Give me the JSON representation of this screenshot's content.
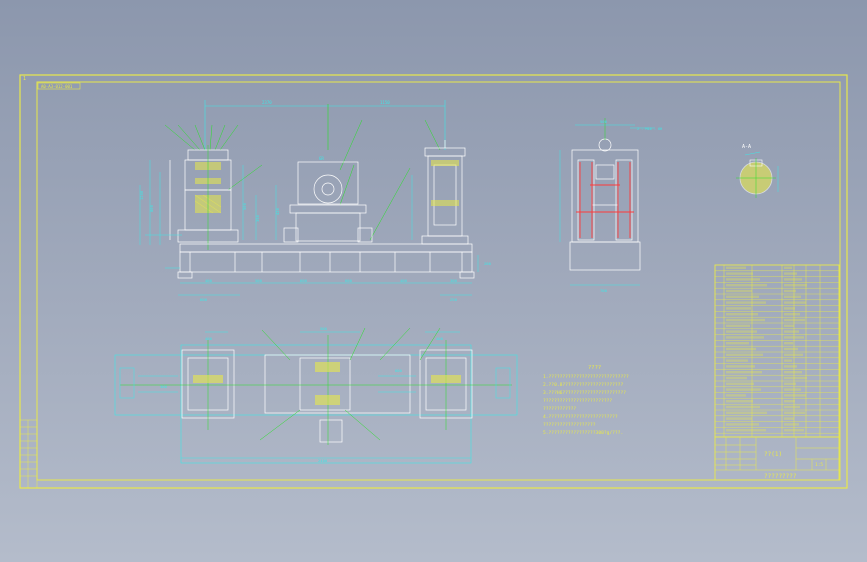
{
  "sheet": {
    "corner_mark": "1",
    "drawing_number_tag": "A0-A3-012-001"
  },
  "technical_notes": {
    "heading": "????",
    "lines": [
      "1.?????????????????????????????",
      "2.??0.8??????????????????????",
      "3.???H6???????????????????????",
      "  ?????????????????????????",
      "  ????????????",
      "4.?????????????????????????",
      "  ???????????????????",
      "5.?????????????????300?g/???."
    ]
  },
  "section_label": "A-A",
  "title_block": {
    "name": "??(1)",
    "scale": "1:5",
    "footer": "?????????"
  },
  "colors": {
    "frame": "#e8e84a",
    "geometry": "#ffffff",
    "dimension": "#3ee6e6",
    "leader": "#28e028",
    "hidden": "#ff3a3a"
  }
}
